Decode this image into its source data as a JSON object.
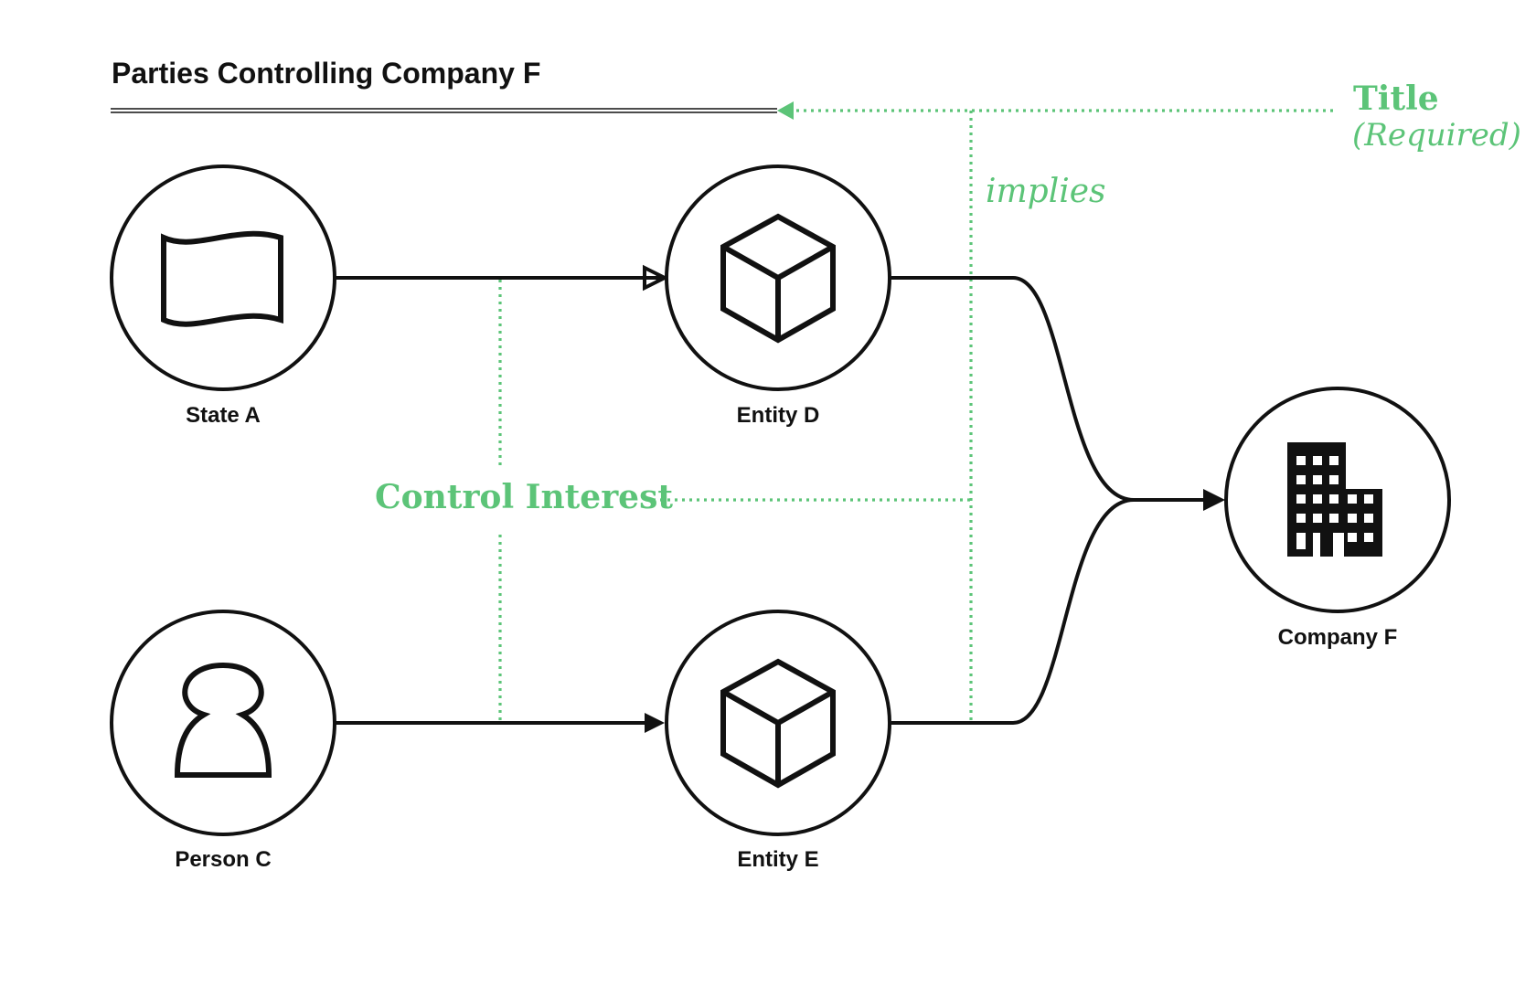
{
  "diagram": {
    "title": "Parties Controlling Company F",
    "annotations": {
      "title_label": "Title",
      "title_sub": "(Required)",
      "implies": "implies",
      "control_interest": "Control Interest"
    },
    "nodes": [
      {
        "id": "state_a",
        "label": "State A",
        "icon": "flag-icon"
      },
      {
        "id": "entity_d",
        "label": "Entity D",
        "icon": "cube-icon"
      },
      {
        "id": "person_c",
        "label": "Person C",
        "icon": "person-icon"
      },
      {
        "id": "entity_e",
        "label": "Entity E",
        "icon": "cube-icon"
      },
      {
        "id": "company_f",
        "label": "Company F",
        "icon": "building-icon"
      }
    ],
    "edges": [
      {
        "from": "State A",
        "to": "Entity D"
      },
      {
        "from": "Person C",
        "to": "Entity E"
      },
      {
        "from": "Entity D",
        "to": "Company F"
      },
      {
        "from": "Entity E",
        "to": "Company F"
      }
    ],
    "colors": {
      "accent": "#5cc478",
      "ink": "#111111"
    }
  }
}
